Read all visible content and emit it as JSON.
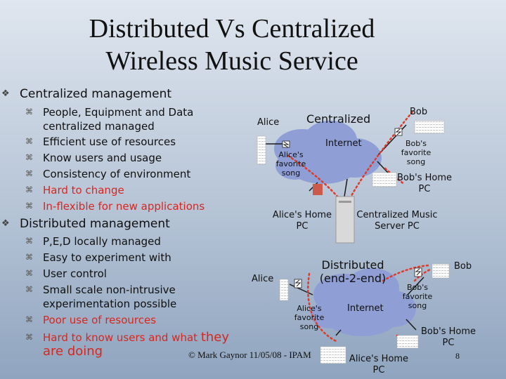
{
  "title": {
    "line1": "Distributed Vs Centralized",
    "line2": "Wireless Music Service"
  },
  "centralized": {
    "heading": "Centralized management",
    "items": [
      "People, Equipment and Data",
      "centralized managed",
      "Efficient use of resources",
      "Know users and usage",
      "Consistency of environment",
      "Hard to change",
      "In-flexible for new applications"
    ]
  },
  "distributed": {
    "heading": "Distributed management",
    "items": [
      "P,E,D locally managed",
      "Easy to experiment with",
      "User control",
      "Small scale non-intrusive",
      "experimentation possible",
      "Poor use of resources",
      "Hard to know users and what",
      "they",
      "are doing"
    ]
  },
  "diagram_top": {
    "alice": "Alice",
    "centralized": "Centralized",
    "bob": "Bob",
    "internet": "Internet",
    "alice_song": [
      "Alice's",
      "favorite",
      "song"
    ],
    "bob_song": [
      "Bob's",
      "favorite",
      "song"
    ],
    "bob_pc": [
      "Bob's Home",
      "PC"
    ],
    "alice_pc": [
      "Alice's Home",
      "PC"
    ],
    "server": [
      "Centralized Music",
      "Server PC"
    ]
  },
  "diagram_bottom": {
    "alice": "Alice",
    "distributed": [
      "Distributed",
      "(end-2-end)"
    ],
    "bob": "Bob",
    "internet": "Internet",
    "alice_song": [
      "Alice's",
      "favorite",
      "song"
    ],
    "bob_song": [
      "Bob's",
      "favorite",
      "song"
    ],
    "bob_pc": [
      "Bob's Home",
      "PC"
    ],
    "alice_pc": [
      "Alice's Home",
      "PC"
    ]
  },
  "footer": "© Mark Gaynor 11/05/08 - IPAM",
  "page_number": "8",
  "colors": {
    "accent_red": "#d8261e",
    "cloud_fill": "#8f9fd6",
    "marker": "#e03a28"
  }
}
